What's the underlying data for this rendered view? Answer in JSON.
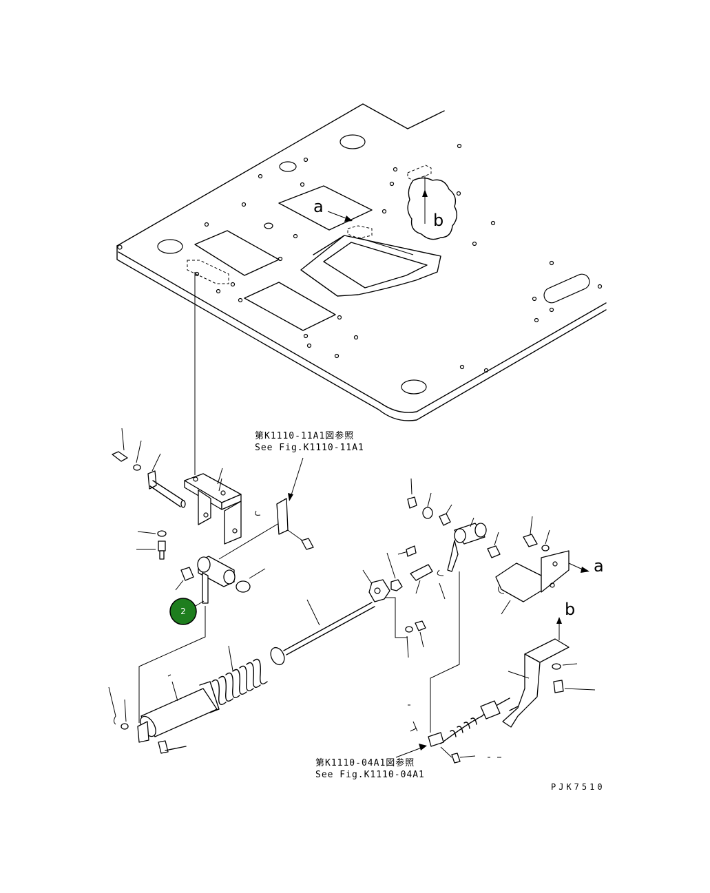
{
  "callouts": {
    "ref_top_ja": "第K1110-11A1図参照",
    "ref_top_en": "See Fig.K1110-11A1",
    "ref_bottom_ja": "第K1110-04A1図参照",
    "ref_bottom_en": "See Fig.K1110-04A1",
    "drawing_code": "PJK7510"
  },
  "view_markers": {
    "a_plate": "a",
    "b_plate": "b",
    "a_bracket": "a",
    "b_bracket": "b"
  },
  "badge": {
    "number": "2",
    "color": "#1e7e1e"
  }
}
